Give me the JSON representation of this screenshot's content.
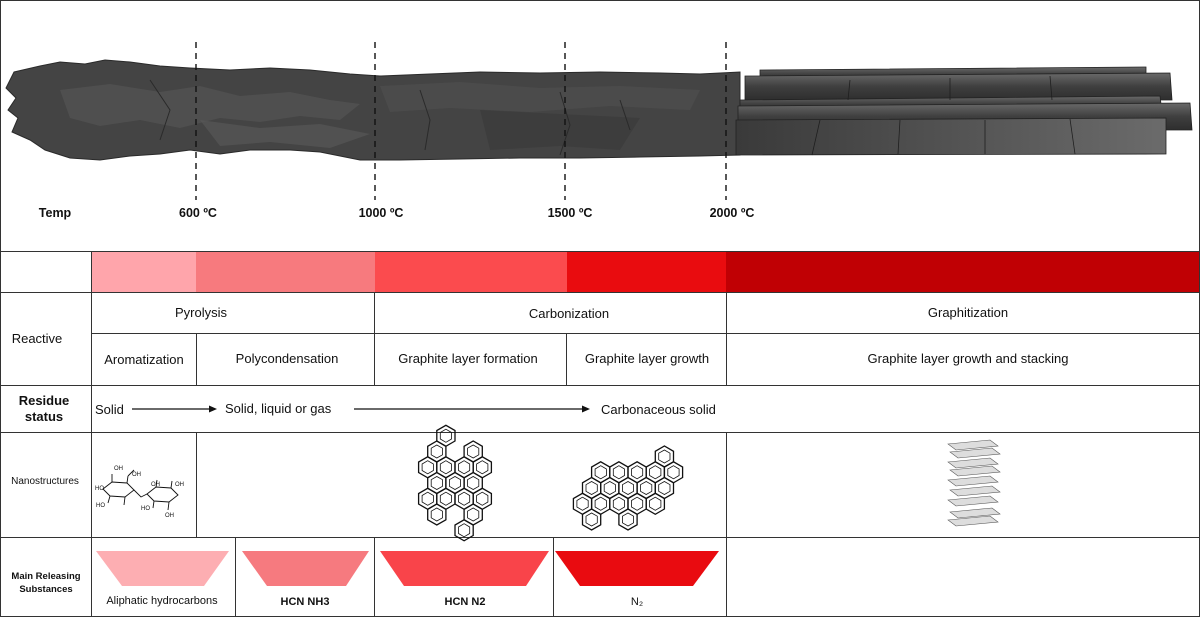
{
  "temperature": {
    "label": "Temp",
    "marks": [
      "600 ºC",
      "1000 ºC",
      "1500 ºC",
      "2000 ºC"
    ]
  },
  "color_band": [
    "#ffa5ab",
    "#f77a7e",
    "#fb4b4e",
    "#e90c0f",
    "#c00004"
  ],
  "reactive": {
    "label": "Reactive",
    "stages": [
      "Pyrolysis",
      "Carbonization",
      "Graphitization"
    ],
    "processes": [
      "Aromatization",
      "Polycondensation",
      "Graphite layer formation",
      "Graphite layer growth",
      "Graphite layer growth and stacking"
    ]
  },
  "residue": {
    "label_line1": "Residue",
    "label_line2": "status",
    "states": [
      "Solid",
      "Solid, liquid or gas",
      "Carbonaceous solid"
    ]
  },
  "nanostructures": {
    "label": "Nanostructures",
    "hydroxyl": "OH",
    "hydroxyl_left": "HO"
  },
  "releasing": {
    "label_line1": "Main Releasing",
    "label_line2": "Substances",
    "items": [
      {
        "label": "Aliphatic hydrocarbons",
        "color": "#fdaeb2"
      },
      {
        "label": "HCN NH3",
        "color": "#f67a7f"
      },
      {
        "label": "HCN N2",
        "color": "#f9444a"
      },
      {
        "label": "N₂",
        "color": "#e90b10"
      }
    ]
  }
}
